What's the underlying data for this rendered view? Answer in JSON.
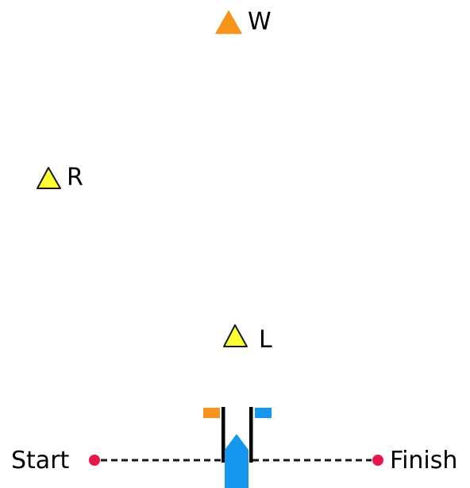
{
  "marks": [
    {
      "id": "W",
      "label": "W",
      "color": "#f7941d",
      "outline": "#f7941d",
      "icon": "triangle-mark"
    },
    {
      "id": "R",
      "label": "R",
      "color": "#ffff33",
      "outline": "#1a1a1a",
      "icon": "triangle-mark"
    },
    {
      "id": "L",
      "label": "L",
      "color": "#ffff33",
      "outline": "#1a1a1a",
      "icon": "triangle-mark"
    }
  ],
  "line": {
    "start_label": "Start",
    "finish_label": "Finish",
    "end_color": "#e8174a",
    "line_color": "#1a1a1a"
  },
  "boat": {
    "color": "#1597f0",
    "port_flag_color": "#f7941d",
    "starboard_flag_color": "#1597f0",
    "post_color": "#000000"
  }
}
